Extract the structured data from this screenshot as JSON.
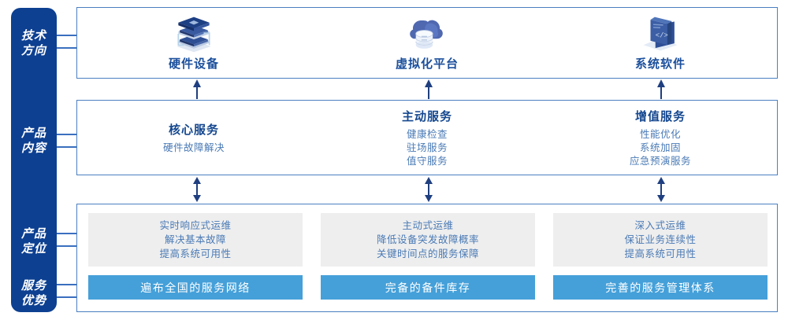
{
  "rail": {
    "items": [
      {
        "name": "tech-direction",
        "lines": [
          "技术",
          "方向"
        ]
      },
      {
        "name": "product-content",
        "lines": [
          "产品",
          "内容"
        ]
      },
      {
        "name": "product-position",
        "lines": [
          "产品",
          "定位"
        ]
      },
      {
        "name": "service-advantage",
        "lines": [
          "服务",
          "优势"
        ]
      }
    ]
  },
  "colors": {
    "rail_navy": "#0d4091",
    "box_border": "#4a7fc1",
    "band_blue": "#45a0d9",
    "gray_box": "#eeeeee",
    "title_blue": "#14478f",
    "body_blue": "#4a7ab5"
  },
  "tech": {
    "columns": [
      {
        "icon": "server-stack-icon",
        "label": "硬件设备"
      },
      {
        "icon": "cloud-database-icon",
        "label": "虚拟化平台"
      },
      {
        "icon": "code-laptop-icon",
        "label": "系统软件"
      }
    ]
  },
  "content": {
    "columns": [
      {
        "title": "核心服务",
        "items": [
          "硬件故障解决"
        ]
      },
      {
        "title": "主动服务",
        "items": [
          "健康检查",
          "驻场服务",
          "值守服务"
        ]
      },
      {
        "title": "增值服务",
        "items": [
          "性能优化",
          "系统加固",
          "应急预演服务"
        ]
      }
    ]
  },
  "bottom": {
    "columns": [
      {
        "position_lines": [
          "实时响应式运维",
          "解决基本故障",
          "提高系统可用性"
        ],
        "advantage": "遍布全国的服务网络"
      },
      {
        "position_lines": [
          "主动式运维",
          "降低设备突发故障概率",
          "关键时间点的服务保障"
        ],
        "advantage": "完备的备件库存"
      },
      {
        "position_lines": [
          "深入式运维",
          "保证业务连续性",
          "提高系统可用性"
        ],
        "advantage": "完善的服务管理体系"
      }
    ]
  },
  "connectors": {
    "up_arrow": "arrow-up-icon",
    "double_arrow": "arrow-up-down-icon",
    "down_arrow": "arrow-down-icon"
  }
}
